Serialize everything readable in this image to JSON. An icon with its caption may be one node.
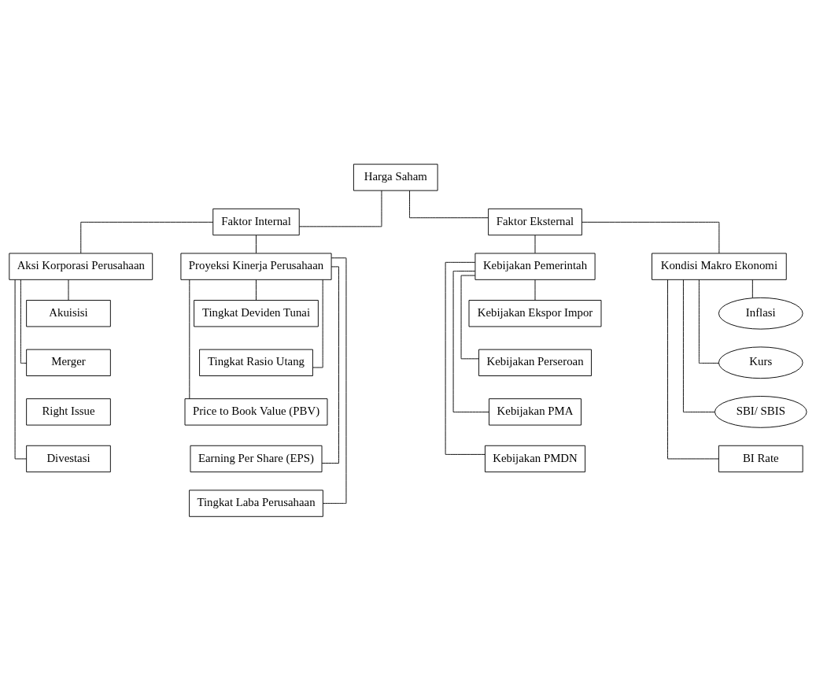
{
  "diagram": {
    "nodes": [
      {
        "text": [
          "Harga Saham"
        ]
      },
      {
        "text": [
          "Faktor Internal"
        ]
      },
      {
        "text": [
          "Faktor Eksternal"
        ]
      },
      {
        "text": [
          "Aksi Korporasi Perusahaan"
        ]
      },
      {
        "text": [
          "Proyeksi Kinerja Perusahaan"
        ]
      },
      {
        "text": [
          "Kebijakan Pemerintah"
        ]
      },
      {
        "text": [
          "Kondisi Makro Ekonomi"
        ]
      },
      {
        "text": [
          "Akuisisi"
        ]
      },
      {
        "text": [
          "Merger"
        ]
      },
      {
        "text": [
          "Right Issue"
        ]
      },
      {
        "text": [
          "Divestasi"
        ]
      },
      {
        "text": [
          "Tingkat Deviden Tunai"
        ]
      },
      {
        "text": [
          "Tingkat Rasio Utang"
        ]
      },
      {
        "text": [
          "Price to Book Value (PBV)"
        ]
      },
      {
        "text": [
          "Earning Per Share (EPS)"
        ]
      },
      {
        "text": [
          "Tingkat Laba Perusahaan"
        ]
      },
      {
        "text": [
          "Kebijakan Ekspor Impor"
        ]
      },
      {
        "text": [
          "Kebijakan Perseroan"
        ]
      },
      {
        "text": [
          "Kebijakan PMA"
        ]
      },
      {
        "text": [
          "Kebijakan PMDN"
        ]
      },
      {
        "text": [
          "Inflasi"
        ]
      },
      {
        "text": [
          "Kurs"
        ]
      },
      {
        "text": [
          "SBI/ SBIS"
        ]
      },
      {
        "text": [
          "BI Rate"
        ]
      }
    ],
    "edges": [
      {
        "from": 0,
        "to": 1,
        "arrow": "none"
      },
      {
        "from": 0,
        "to": 2,
        "arrow": "none"
      },
      {
        "from": 1,
        "to": 3,
        "arrow": "none"
      },
      {
        "from": 1,
        "to": 4,
        "arrow": "none"
      },
      {
        "from": 2,
        "to": 5,
        "arrow": "none"
      },
      {
        "from": 2,
        "to": 6,
        "arrow": "none"
      },
      {
        "from": 3,
        "to": 7,
        "arrow": "none"
      },
      {
        "from": 3,
        "to": 8,
        "arrow": "none"
      },
      {
        "from": 3,
        "to": 10,
        "arrow": "none"
      },
      {
        "from": 4,
        "to": 11,
        "arrow": "none"
      },
      {
        "from": 4,
        "to": 12,
        "arrow": "none"
      },
      {
        "from": 4,
        "to": 13,
        "arrow": "none"
      },
      {
        "from": 4,
        "to": 14,
        "arrow": "none"
      },
      {
        "from": 4,
        "to": 15,
        "arrow": "none"
      },
      {
        "from": 5,
        "to": 16,
        "arrow": "none"
      },
      {
        "from": 5,
        "to": 17,
        "arrow": "none"
      },
      {
        "from": 5,
        "to": 18,
        "arrow": "none"
      },
      {
        "from": 5,
        "to": 19,
        "arrow": "none"
      },
      {
        "from": 6,
        "to": 20,
        "arrow": "none"
      },
      {
        "from": 6,
        "to": 21,
        "arrow": "none"
      },
      {
        "from": 6,
        "to": 22,
        "arrow": "none"
      },
      {
        "from": 6,
        "to": 23,
        "arrow": "none"
      }
    ]
  }
}
